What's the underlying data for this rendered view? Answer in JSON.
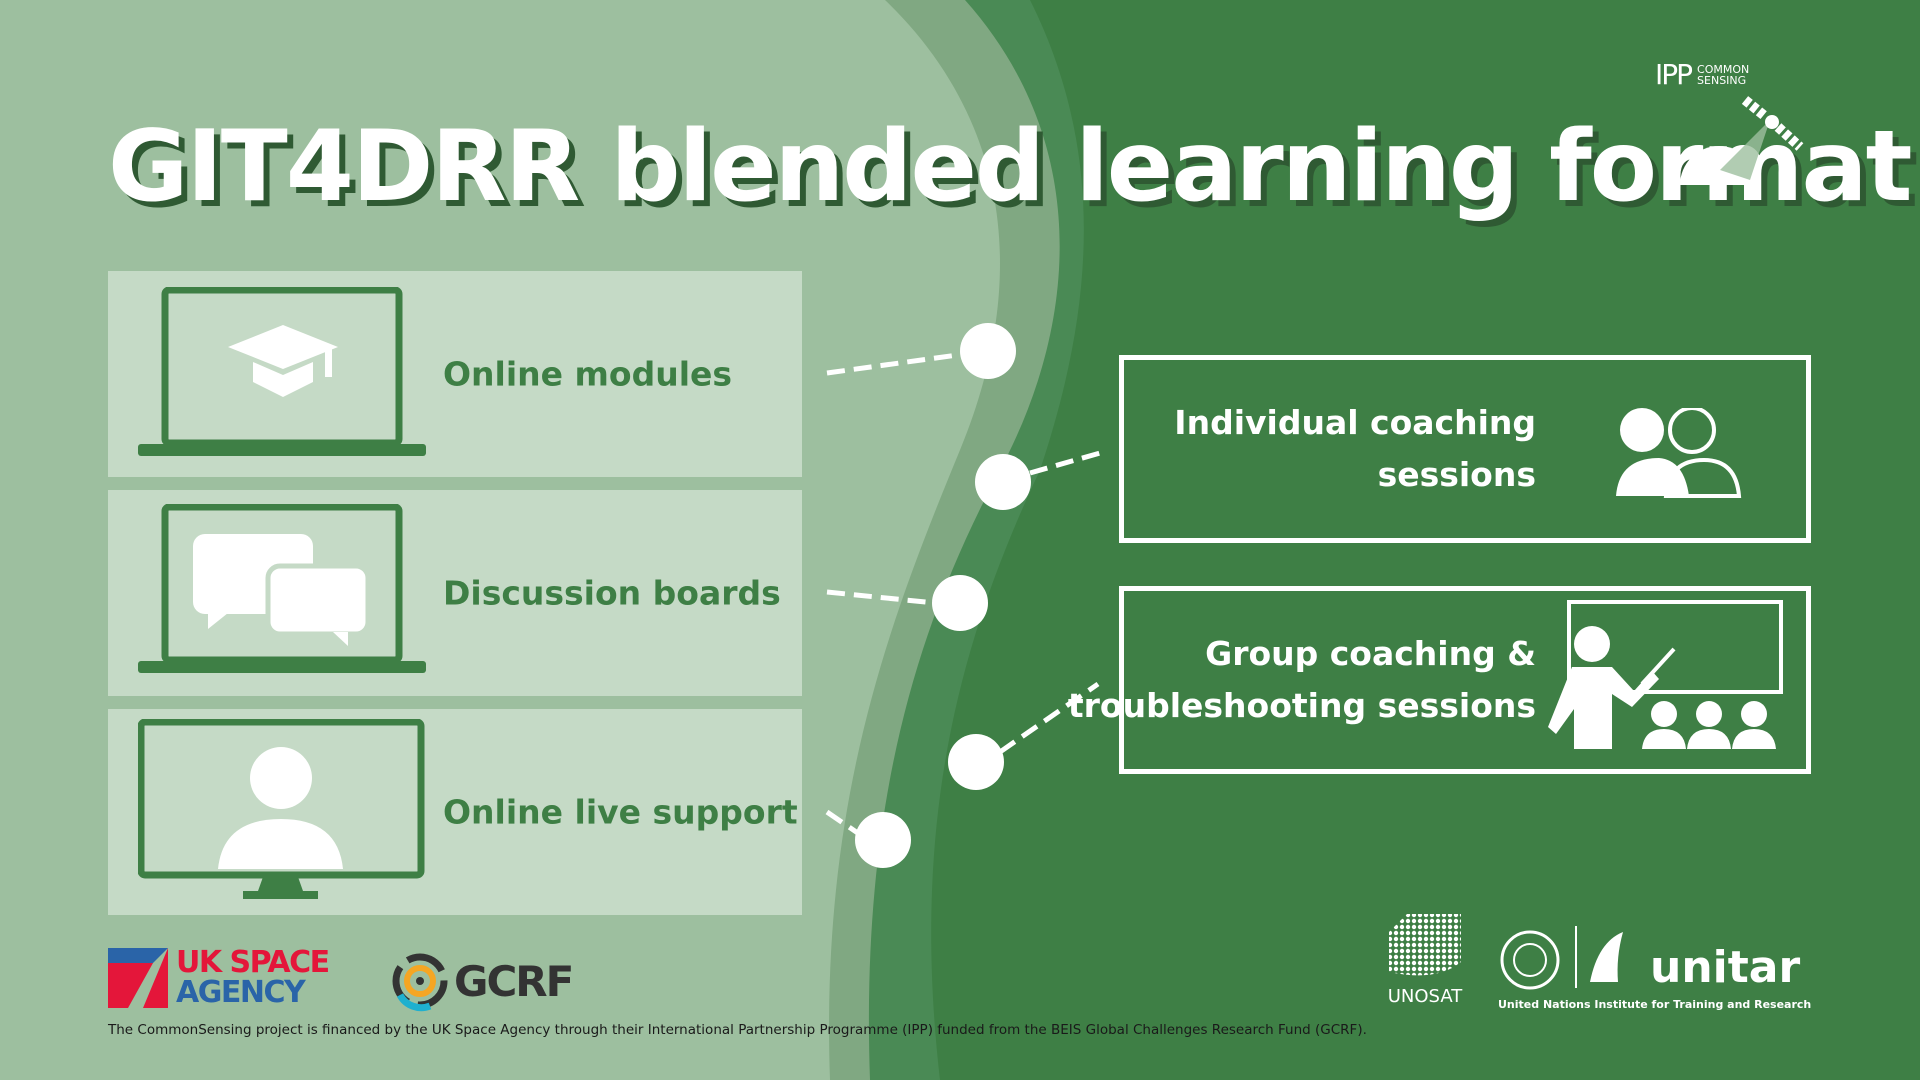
{
  "title": "GIT4DRR blended learning format",
  "online_items": [
    {
      "label": "Online modules",
      "icon": "graduation-cap-laptop-icon"
    },
    {
      "label": "Discussion boards",
      "icon": "chat-bubbles-laptop-icon"
    },
    {
      "label": "Online live support",
      "icon": "person-monitor-icon"
    }
  ],
  "coaching_items": [
    {
      "label_line1": "Individual coaching",
      "label_line2": "sessions",
      "icon": "two-people-icon"
    },
    {
      "label_line1": "Group coaching &",
      "label_line2": "troubleshooting sessions",
      "icon": "teacher-class-icon"
    }
  ],
  "logos": {
    "ipp": "IPP",
    "common": "COMMON",
    "sensing": "SENSING",
    "uksa_line1": "UK SPACE",
    "uksa_line2": "AGENCY",
    "gcrf": "GCRF",
    "unosat": "UNOSAT",
    "unitar": "unitar",
    "unitar_full": "United Nations Institute for Training and Research"
  },
  "footer": "The CommonSensing project is financed by the UK Space Agency through their International Partnership Programme (IPP) funded from the BEIS Global Challenges Research Fund (GCRF).",
  "colors": {
    "dark_green": "#3e7f45",
    "light_green": "#9dbf9f",
    "panel": "#c5dac6"
  }
}
